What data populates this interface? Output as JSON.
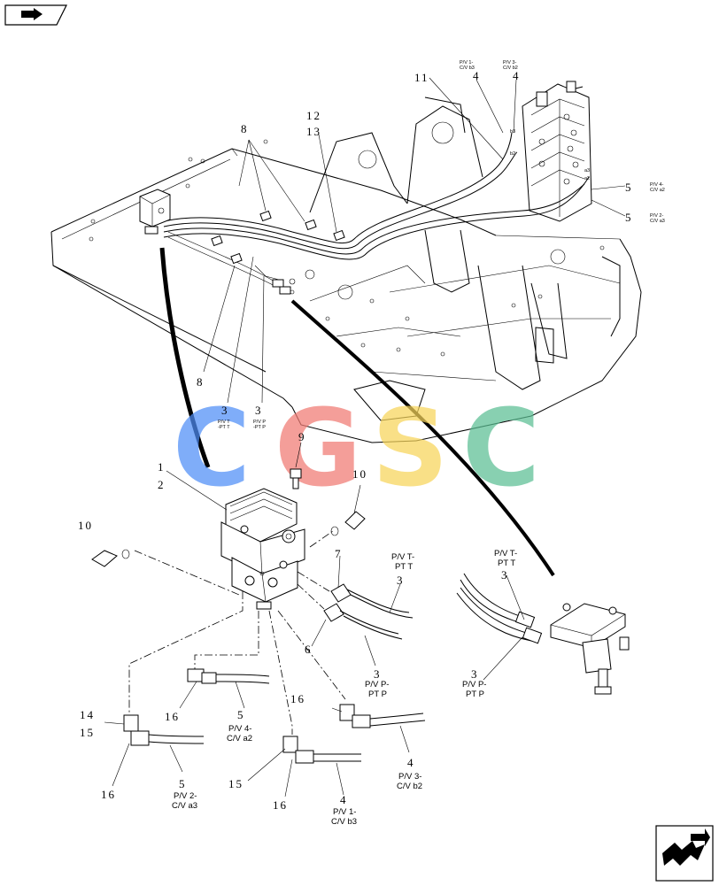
{
  "diagram": {
    "callouts": {
      "c1": "1",
      "c2": "2",
      "c3a": "3",
      "c3b": "3",
      "c3c": "3",
      "c3d": "3",
      "c3e": "3",
      "c4a": "4",
      "c4b": "4",
      "c4c": "4",
      "c4d": "4",
      "c5a": "5",
      "c5b": "5",
      "c5c": "5",
      "c5d": "5",
      "c6": "6",
      "c7": "7",
      "c8a": "8",
      "c8b": "8",
      "c9": "9",
      "c10a": "10",
      "c10b": "10",
      "c11": "11",
      "c12": "12",
      "c13": "13",
      "c14": "14",
      "c15a": "15",
      "c15b": "15",
      "c16a": "16",
      "c16b": "16",
      "c16c": "16",
      "c16d": "16"
    },
    "hose_labels": {
      "pv_t_pt_t_1_l1": "P/V T-",
      "pv_t_pt_t_1_l2": "PT T",
      "pv_p_pt_p_1_l1": "P/V P-",
      "pv_p_pt_p_1_l2": "PT P",
      "pv_t_pt_t_2_l1": "P/V T-",
      "pv_t_pt_t_2_l2": "PT T",
      "pv_p_pt_p_2_l1": "P/V P-",
      "pv_p_pt_p_2_l2": "PT P",
      "pv4_cva2_l1": "P/V 4-",
      "pv4_cva2_l2": "C/V a2",
      "pv3_cvb2_l1": "P/V 3-",
      "pv3_cvb2_l2": "C/V b2",
      "pv2_cva3_l1": "P/V 2-",
      "pv2_cva3_l2": "C/V a3",
      "pv1_cvb3_l1": "P/V 1-",
      "pv1_cvb3_l2": "C/V b3"
    },
    "tiny_labels": {
      "t1a": "P/V 1-",
      "t1b": "C/V b3",
      "t2a": "P/V 3-",
      "t2b": "C/V b2",
      "t3a": "P/V 4-",
      "t3b": "C/V a2",
      "t4a": "P/V 2-",
      "t4b": "C/V a3",
      "t5a": "P/V T",
      "t5b": "-PT T",
      "t6a": "P/V P",
      "t6b": "-PT P",
      "b3": "b3",
      "b2": "b2",
      "a3": "a3",
      "a2": "a2"
    },
    "watermark": {
      "letters": [
        "C",
        "G",
        "S",
        "C"
      ],
      "colors": [
        "#4f8ef7",
        "#f07a72",
        "#f7d55a",
        "#5bbf94"
      ]
    }
  },
  "nav": {
    "top_left_icon": "book-arrow-icon",
    "bottom_right_icon": "next-page-icon"
  }
}
